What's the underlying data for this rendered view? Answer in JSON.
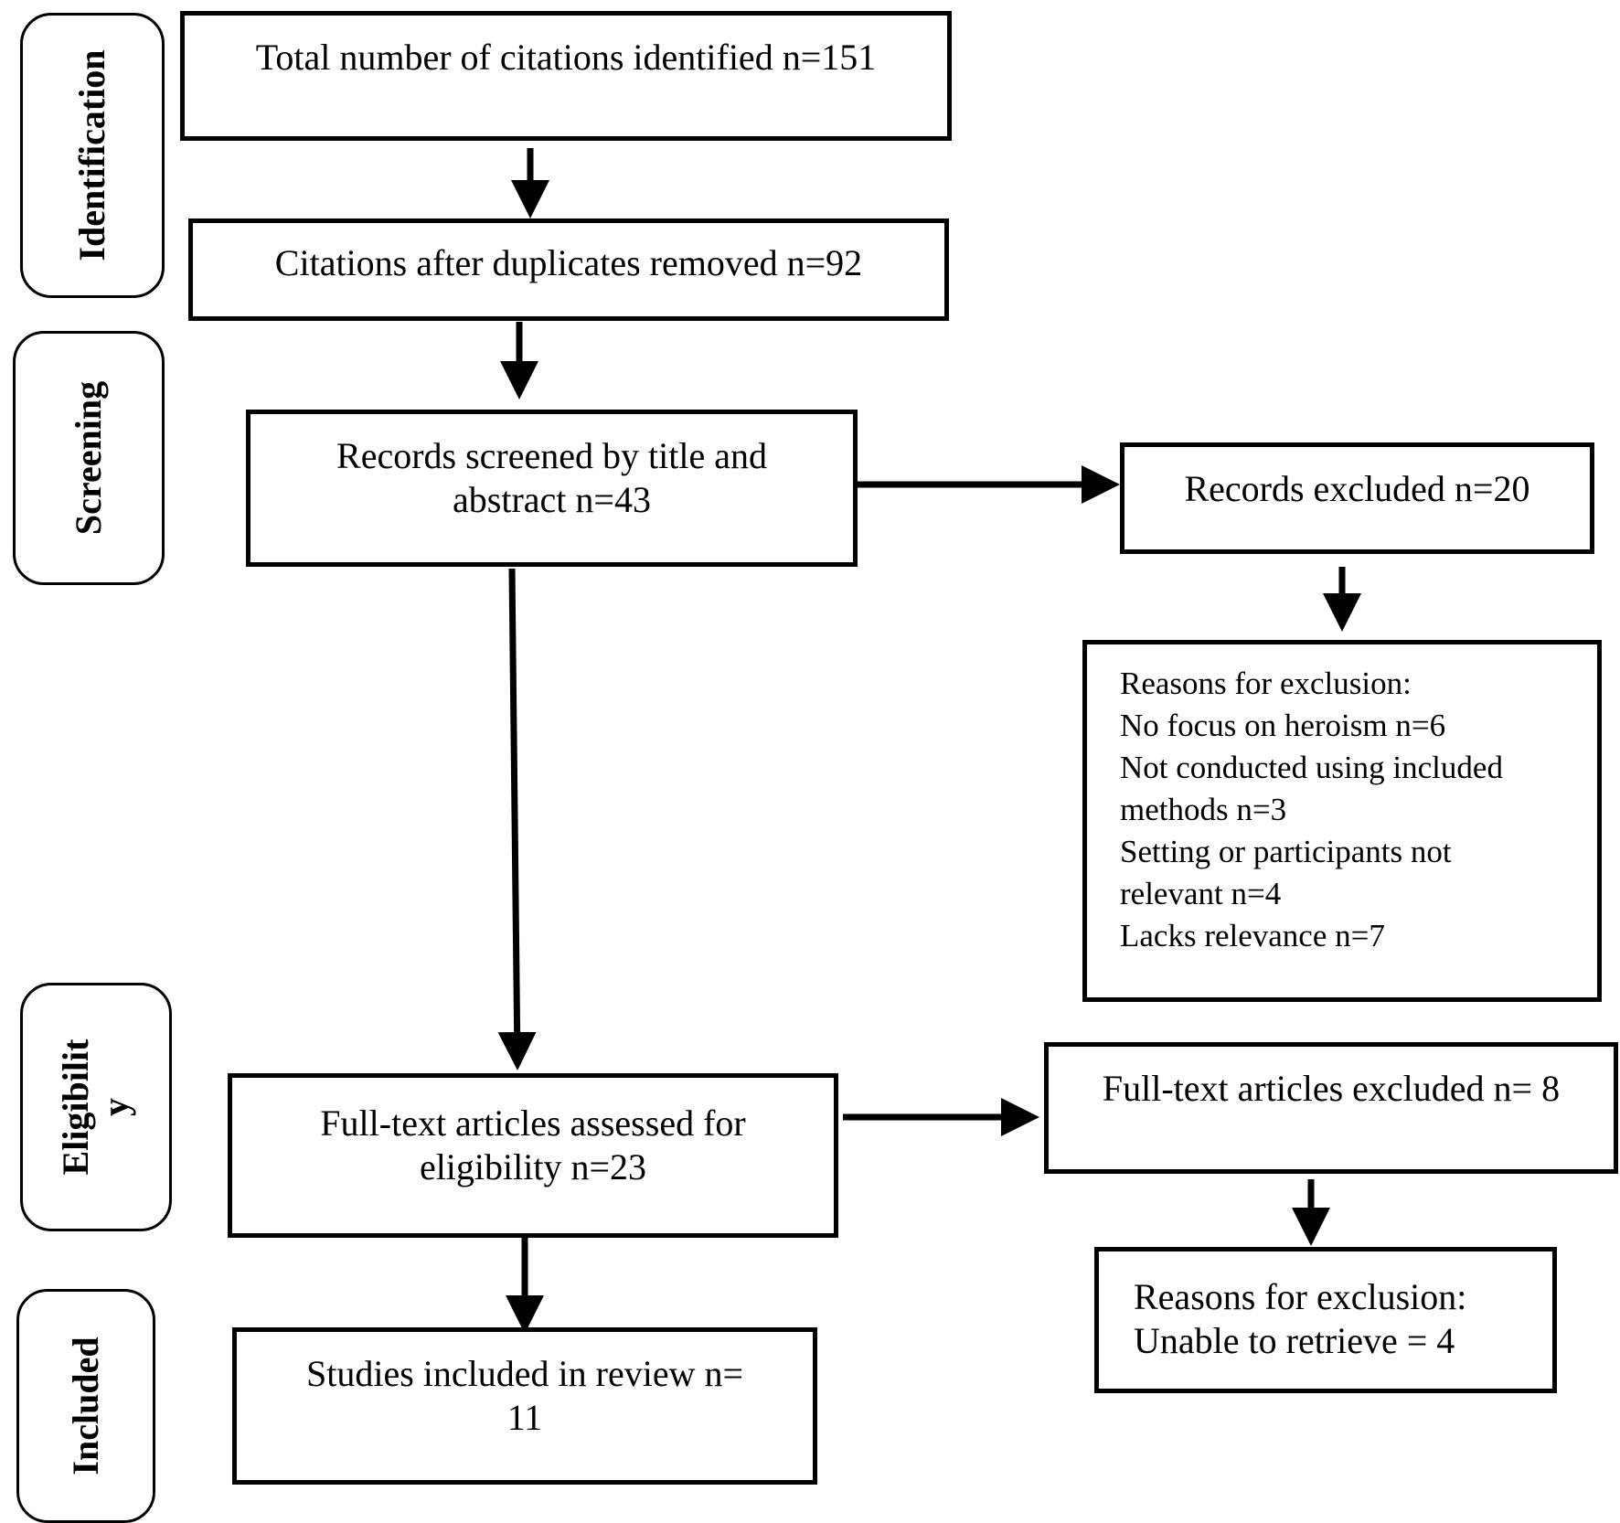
{
  "stages": {
    "identification": "Identification",
    "screening": "Screening",
    "eligibility": [
      "Eligibilit",
      "y"
    ],
    "included": "Included"
  },
  "boxes": {
    "identified": [
      "Total number of citations identified n=151"
    ],
    "deduplicated": [
      "Citations after duplicates removed n=92"
    ],
    "screened": [
      "Records screened by title and",
      "abstract n=43"
    ],
    "records_excluded": [
      "Records excluded n=20"
    ],
    "screening_reasons": [
      "Reasons for exclusion:",
      "No focus on heroism n=6",
      "Not conducted using included",
      "methods n=3",
      "Setting or participants not",
      "relevant n=4",
      "Lacks relevance n=7"
    ],
    "full_text_assessed": [
      "Full-text articles assessed for",
      "eligibility n=23"
    ],
    "full_text_excluded": [
      "Full-text articles excluded n= 8"
    ],
    "full_text_reasons": [
      "Reasons for exclusion:",
      "Unable to retrieve = 4"
    ],
    "included": [
      "Studies included in review n=",
      "11"
    ]
  }
}
